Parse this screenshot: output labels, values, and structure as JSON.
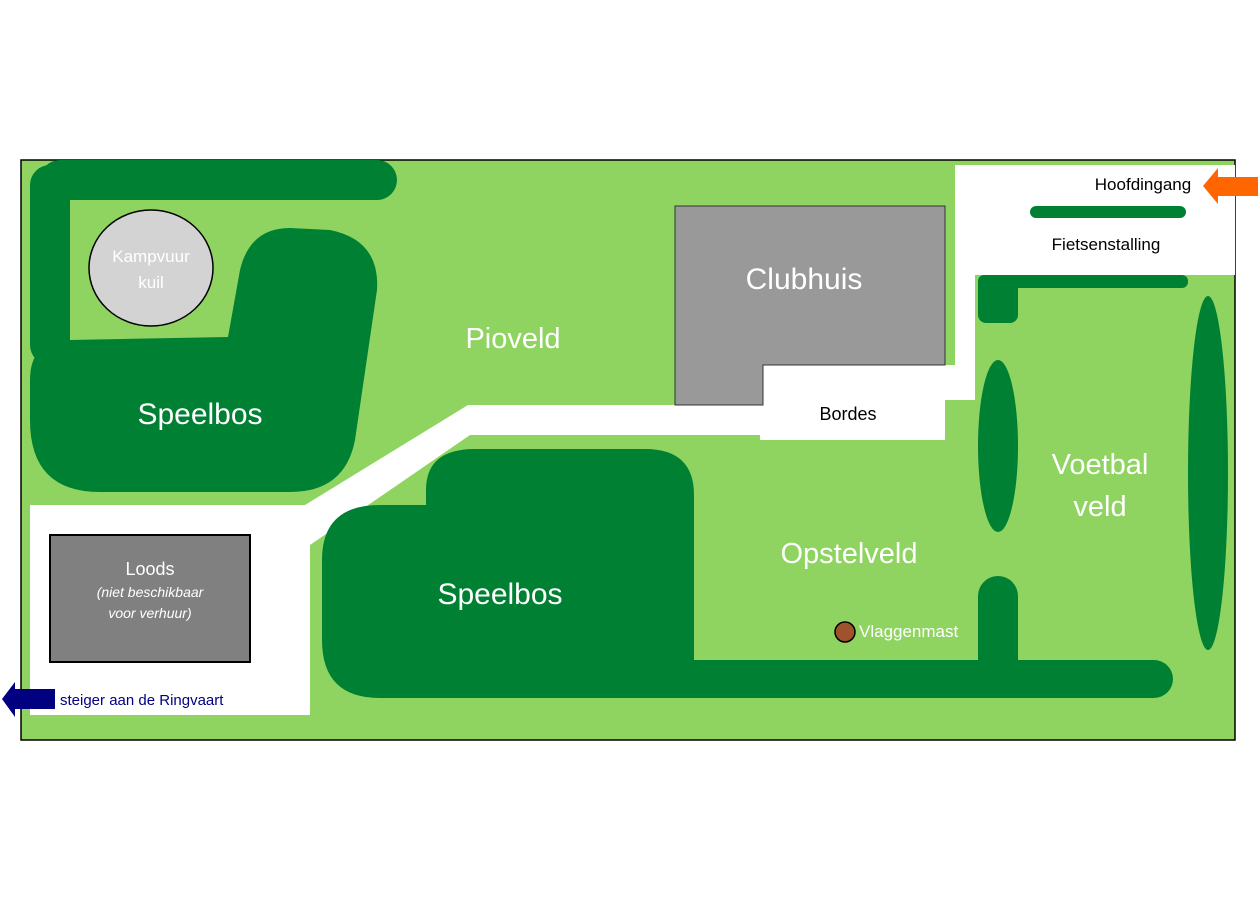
{
  "colors": {
    "grass": "#8fd460",
    "hedge": "#008033",
    "path": "#ffffff",
    "clubhuis": "#999999",
    "loods": "#808080",
    "kampvuur": "#d3d3d3",
    "entrance_arrow": "#ff6600",
    "steiger_arrow": "#000080",
    "flagpole": "#a0522d"
  },
  "labels": {
    "kampvuur_line1": "Kampvuur",
    "kampvuur_line2": "kuil",
    "pioveld": "Pioveld",
    "clubhuis": "Clubhuis",
    "bordes": "Bordes",
    "speelbos_top": "Speelbos",
    "speelbos_bottom": "Speelbos",
    "loods": "Loods",
    "loods_note_line1": "(niet beschikbaar",
    "loods_note_line2": "voor verhuur)",
    "opstelveld": "Opstelveld",
    "voetbal_line1": "Voetbal",
    "voetbal_line2": "veld",
    "vlaggenmast": "Vlaggenmast",
    "hoofdingang": "Hoofdingang",
    "fietsenstalling": "Fietsenstalling",
    "steiger": "steiger aan de Ringvaart"
  }
}
